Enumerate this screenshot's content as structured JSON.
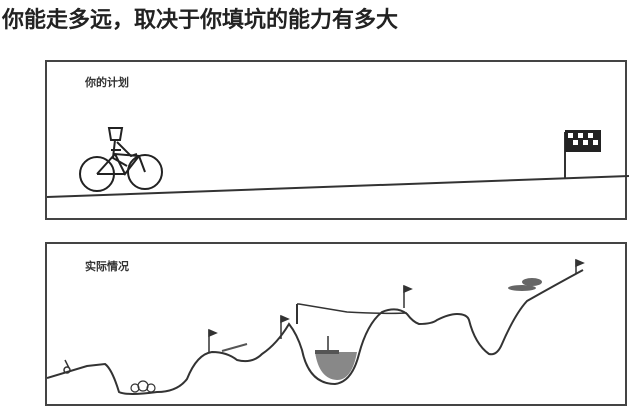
{
  "title": "你能走多远，取决于你填坑的能力有多大",
  "panels": {
    "plan": {
      "label": "你的计划"
    },
    "reality": {
      "label": "实际情况"
    }
  },
  "colors": {
    "line": "#333333",
    "water": "#888888",
    "cloud": "#666666"
  }
}
